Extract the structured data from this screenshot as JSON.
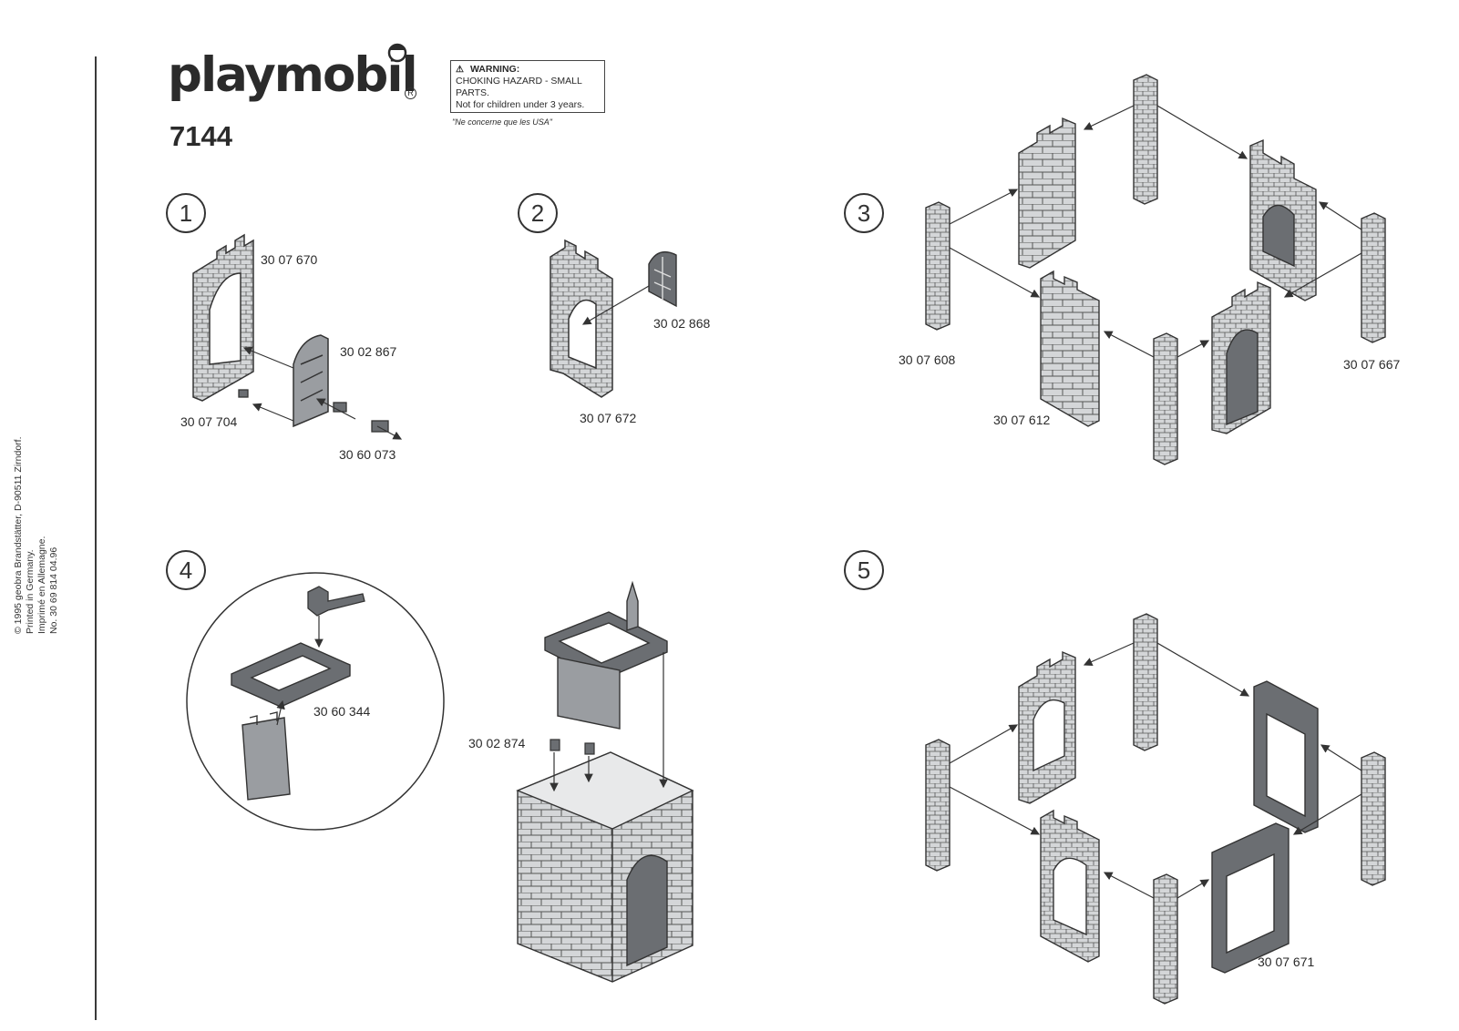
{
  "header": {
    "brand": "playmobil",
    "model_number": "7144",
    "warning_title": "WARNING:",
    "warning_line1": "CHOKING HAZARD - SMALL PARTS.",
    "warning_line2": "Not for children under 3 years.",
    "warning_note": "\"Ne concerne que les USA\""
  },
  "sidebar": {
    "line1": "© 1995 geobra Brandstätter, D-90511 Zirndorf.",
    "line2": "Printed in Germany.",
    "line3": "Imprimé en Allemagne.",
    "line4": "No. 30 69 814    04.96"
  },
  "steps": [
    {
      "number": "1",
      "parts": [
        "30 07 670",
        "30 02 867",
        "30 07 704",
        "30 60 073"
      ]
    },
    {
      "number": "2",
      "parts": [
        "30 02 868",
        "30 07 672"
      ]
    },
    {
      "number": "3",
      "parts": [
        "30 07 608",
        "30 07 612",
        "30 07 667"
      ]
    },
    {
      "number": "4",
      "parts": [
        "30 60 344",
        "30 02 874"
      ]
    },
    {
      "number": "5",
      "parts": [
        "30 07 671"
      ]
    }
  ],
  "colors": {
    "ink": "#333333",
    "stone": "#d4d6d8",
    "dark_part": "#6b6e72",
    "mid_part": "#9a9da1"
  }
}
